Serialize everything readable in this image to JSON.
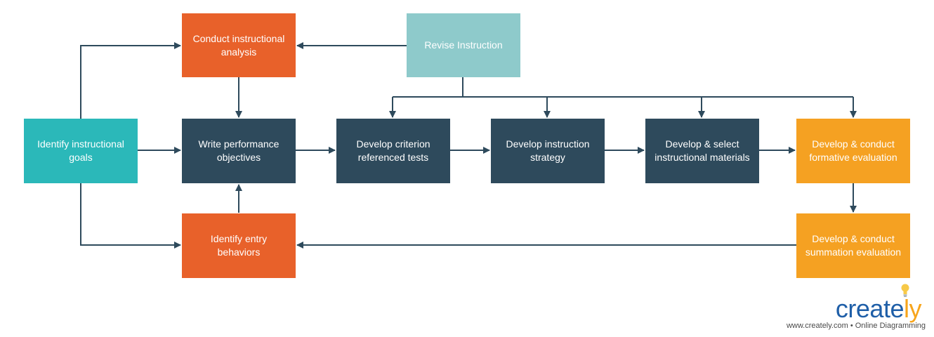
{
  "colors": {
    "orange": "#e8612a",
    "teal": "#2bb8b9",
    "navy": "#2e4a5c",
    "light_teal": "#8ecacb",
    "amber": "#f5a122",
    "connector": "#2e4a5c"
  },
  "nodes": {
    "goals": {
      "line1": "Identify instructional",
      "line2": "goals"
    },
    "analysis": {
      "line1": "Conduct instructional",
      "line2": "analysis"
    },
    "objectives": {
      "line1": "Write performance",
      "line2": "objectives"
    },
    "entry": {
      "line1": "Identify entry",
      "line2": "behaviors"
    },
    "revise": {
      "line1": "Revise Instruction",
      "line2": ""
    },
    "criterion": {
      "line1": "Develop criterion",
      "line2": "referenced tests"
    },
    "strategy": {
      "line1": "Develop instruction",
      "line2": "strategy"
    },
    "materials": {
      "line1": "Develop & select",
      "line2": "instructional materials"
    },
    "formative": {
      "line1": "Develop & conduct",
      "line2": "formative evaluation"
    },
    "summation": {
      "line1": "Develop & conduct",
      "line2": "summation evaluation"
    }
  },
  "logo": {
    "word_main": "creat",
    "word_accent": "ly",
    "word_e": "e",
    "tagline": "www.creately.com • Online Diagramming"
  }
}
